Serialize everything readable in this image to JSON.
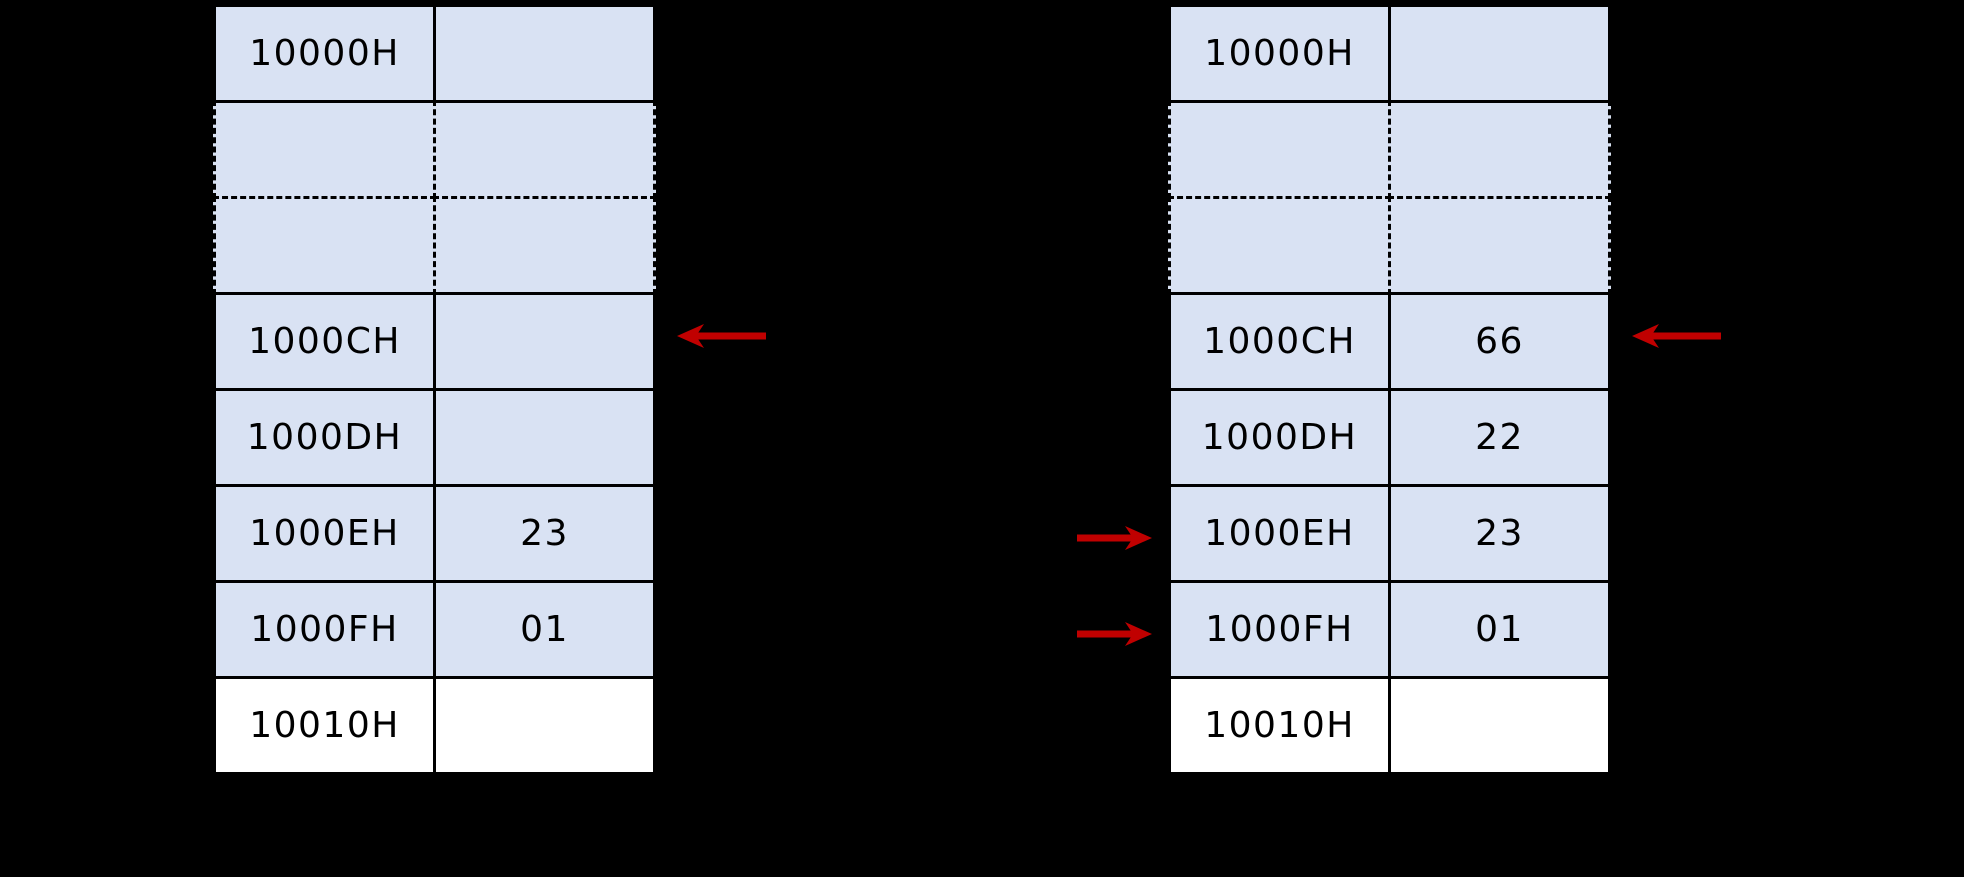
{
  "colors": {
    "background": "#000000",
    "cell_fill": "#d9e2f3",
    "empty_row_fill": "#ffffff",
    "border": "#000000",
    "text": "#000000",
    "arrow": "#c00000"
  },
  "tables": [
    {
      "name": "memory-before",
      "rows": [
        {
          "address": "10000H",
          "value": "",
          "type": "solid"
        },
        {
          "address": "",
          "value": "",
          "type": "dashed"
        },
        {
          "address": "",
          "value": "",
          "type": "dashed"
        },
        {
          "address": "1000CH",
          "value": "",
          "type": "solid"
        },
        {
          "address": "1000DH",
          "value": "",
          "type": "solid"
        },
        {
          "address": "1000EH",
          "value": "23",
          "type": "solid"
        },
        {
          "address": "1000FH",
          "value": "01",
          "type": "solid"
        },
        {
          "address": "10010H",
          "value": "",
          "type": "white"
        }
      ],
      "arrows": [
        {
          "points_to": "1000CH",
          "direction": "left",
          "side": "right"
        }
      ]
    },
    {
      "name": "memory-after",
      "rows": [
        {
          "address": "10000H",
          "value": "",
          "type": "solid"
        },
        {
          "address": "",
          "value": "",
          "type": "dashed"
        },
        {
          "address": "",
          "value": "",
          "type": "dashed"
        },
        {
          "address": "1000CH",
          "value": "66",
          "type": "solid"
        },
        {
          "address": "1000DH",
          "value": "22",
          "type": "solid"
        },
        {
          "address": "1000EH",
          "value": "23",
          "type": "solid"
        },
        {
          "address": "1000FH",
          "value": "01",
          "type": "solid"
        },
        {
          "address": "10010H",
          "value": "",
          "type": "white"
        }
      ],
      "arrows": [
        {
          "points_to": "1000CH",
          "direction": "left",
          "side": "right"
        },
        {
          "points_to": "1000EH",
          "direction": "right",
          "side": "left"
        },
        {
          "points_to": "1000FH",
          "direction": "right",
          "side": "left"
        }
      ]
    }
  ]
}
